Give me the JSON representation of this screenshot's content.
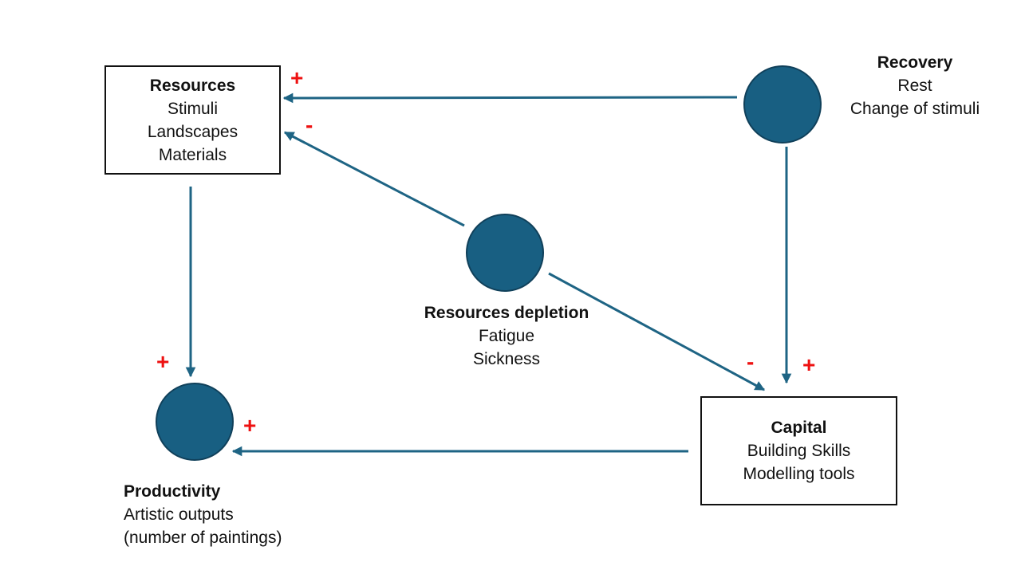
{
  "colors": {
    "node_fill": "#185f82",
    "arrow": "#1e6484",
    "sign": "#ee1111",
    "box_border": "#111111"
  },
  "nodes": {
    "resources": {
      "title": "Resources",
      "lines": [
        "Stimuli",
        "Landscapes",
        "Materials"
      ]
    },
    "recovery": {
      "title": "Recovery",
      "lines": [
        "Rest",
        "Change of stimuli"
      ]
    },
    "depletion": {
      "title": "Resources depletion",
      "lines": [
        "Fatigue",
        "Sickness"
      ]
    },
    "capital": {
      "title": "Capital",
      "lines": [
        "Building Skills",
        "Modelling tools"
      ]
    },
    "productivity": {
      "title": "Productivity",
      "lines": [
        "Artistic outputs",
        "(number of paintings)"
      ]
    }
  },
  "edges": [
    {
      "from": "recovery",
      "to": "resources",
      "sign": "+"
    },
    {
      "from": "depletion",
      "to": "resources",
      "sign": "-"
    },
    {
      "from": "recovery",
      "to": "capital",
      "sign": "+"
    },
    {
      "from": "depletion",
      "to": "capital",
      "sign": "-"
    },
    {
      "from": "resources",
      "to": "productivity",
      "sign": "+"
    },
    {
      "from": "capital",
      "to": "productivity",
      "sign": "+"
    }
  ]
}
